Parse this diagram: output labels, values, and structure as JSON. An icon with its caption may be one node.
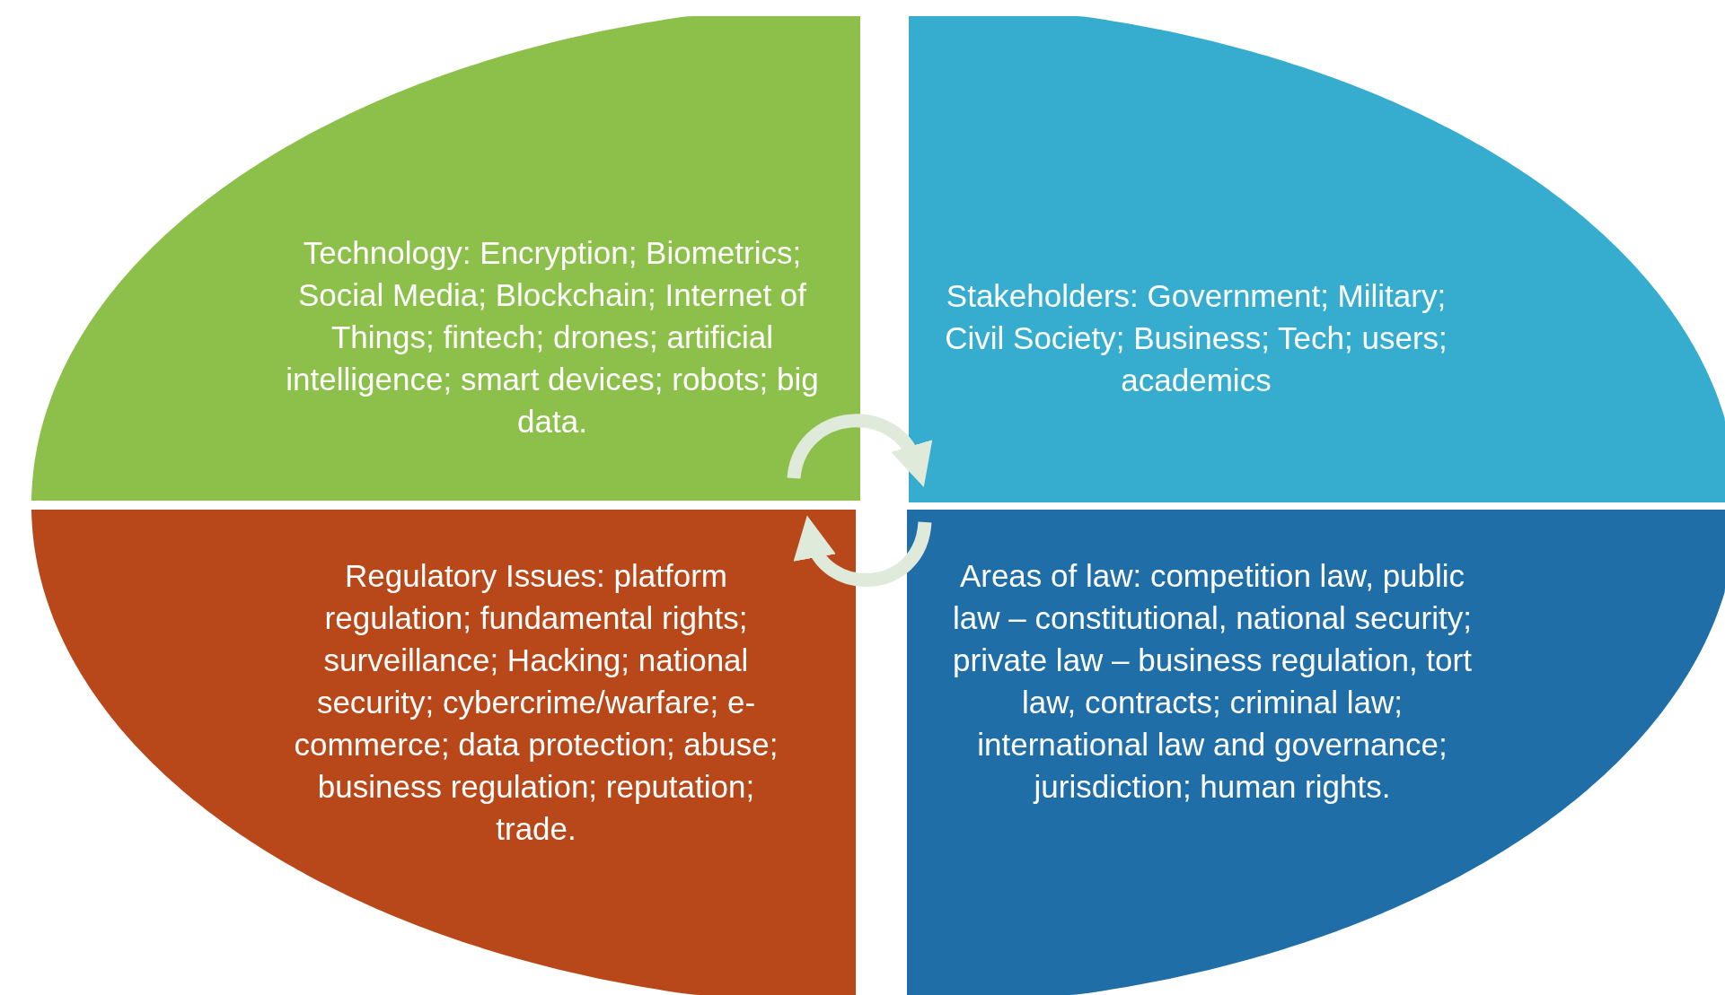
{
  "diagram": {
    "nodes": [
      {
        "text": [
          "Technology: Encryption; Biometrics; Social Media; Blockchain; Internet of Things; fintech; drones; artificial intelligence; smart devices; robots; big data."
        ]
      },
      {
        "text": [
          "Stakeholders: Government; Military; Civil Society; Business; Tech; users; academics"
        ]
      },
      {
        "text": [
          "Regulatory Issues: platform regulation; fundamental rights; surveillance; Hacking; national security; cybercrime/warfare; e-commerce; data protection; abuse; business regulation; reputation; trade."
        ]
      },
      {
        "text": [
          "Areas of law: competition law, public law – constitutional, national security; private law – business regulation, tort law, contracts; criminal law; international law and governance; jurisdiction; human rights."
        ]
      }
    ],
    "edges": [
      {
        "from": 0,
        "to": 1,
        "arrow": "to"
      },
      {
        "from": 3,
        "to": 2,
        "arrow": "to"
      }
    ]
  }
}
